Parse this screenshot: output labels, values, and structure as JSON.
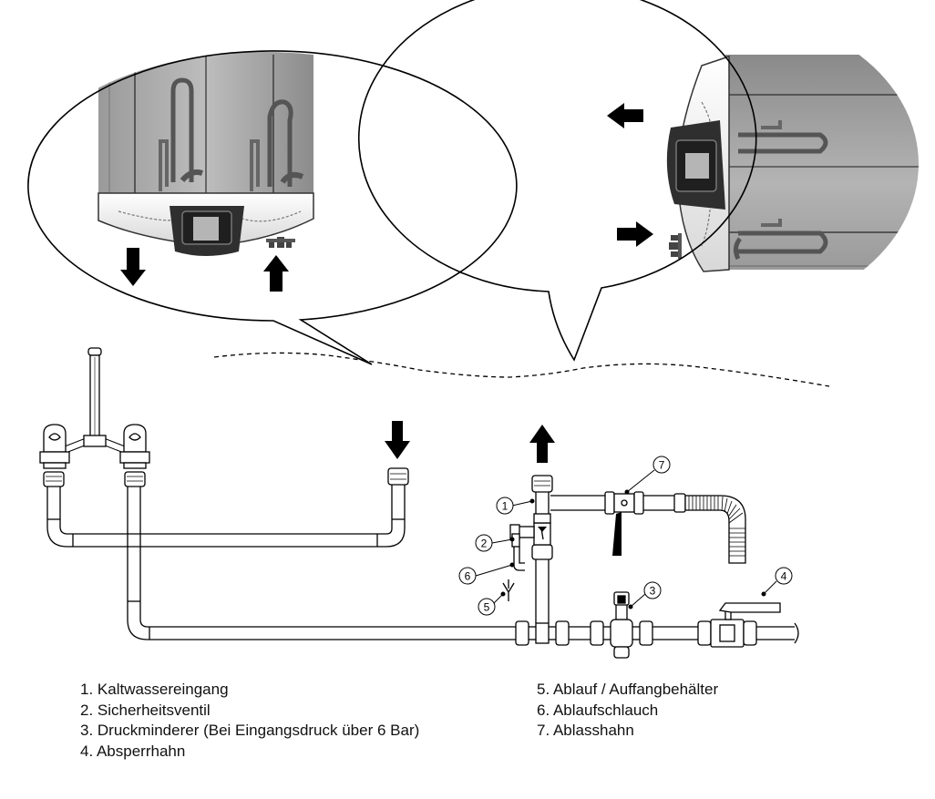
{
  "callouts": {
    "c1": "1",
    "c2": "2",
    "c3": "3",
    "c4": "4",
    "c5": "5",
    "c6": "6",
    "c7": "7"
  },
  "legend_left": [
    "1. Kaltwassereingang",
    "2. Sicherheitsventil",
    "3. Druckminderer (Bei Eingangsdruck über 6 Bar)",
    "4. Absperrhahn"
  ],
  "legend_right": [
    "5. Ablauf / Auffangbehälter",
    "6. Ablaufschlauch",
    "7. Ablasshahn"
  ],
  "colors": {
    "line": "#000000",
    "tank_dark": "#6e6e6e",
    "tank_mid": "#a9a9a9",
    "tank_light": "#d9d9d9",
    "arrow": "#000000"
  }
}
